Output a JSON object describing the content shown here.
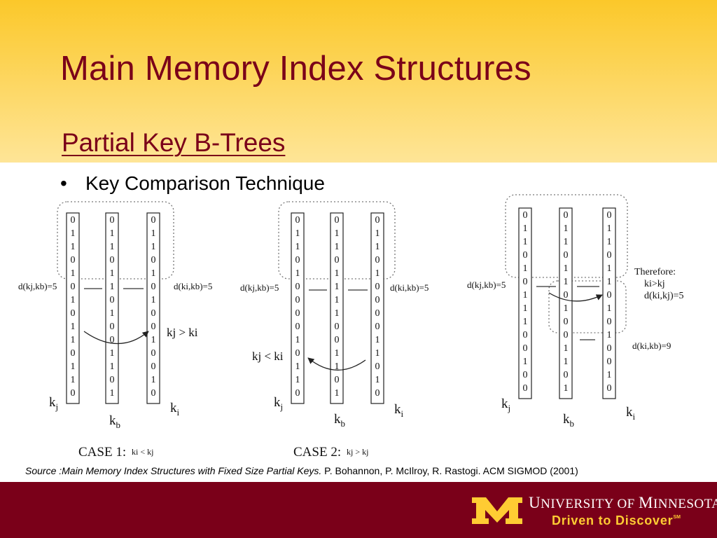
{
  "slide": {
    "title": "Main Memory Index Structures",
    "subtitle": "Partial Key B-Trees",
    "bullet": "Key Comparison Technique"
  },
  "diagram": {
    "cases": [
      {
        "columns": [
          {
            "label": "kj",
            "bits": [
              "0",
              "1",
              "1",
              "0",
              "1",
              "0",
              "1",
              "0",
              "1",
              "1",
              "0",
              "1",
              "1",
              "0"
            ]
          },
          {
            "label": "kb",
            "bits": [
              "0",
              "1",
              "1",
              "0",
              "1",
              "1",
              "0",
              "1",
              "0",
              "0",
              "1",
              "1",
              "0",
              "1"
            ]
          },
          {
            "label": "ki",
            "bits": [
              "0",
              "1",
              "1",
              "0",
              "1",
              "0",
              "1",
              "0",
              "0",
              "1",
              "0",
              "0",
              "1",
              "0"
            ]
          }
        ],
        "left_label": "d(kj,kb)=5",
        "right_label": "d(ki,kb)=5",
        "relation": "kj > ki",
        "case_label": "CASE 1:",
        "case_condition": "ki < kj"
      },
      {
        "columns": [
          {
            "label": "kj",
            "bits": [
              "0",
              "1",
              "1",
              "0",
              "1",
              "0",
              "0",
              "0",
              "0",
              "1",
              "0",
              "1",
              "1",
              "0"
            ]
          },
          {
            "label": "kb",
            "bits": [
              "0",
              "1",
              "1",
              "0",
              "1",
              "1",
              "1",
              "1",
              "0",
              "0",
              "1",
              "1",
              "0",
              "1"
            ]
          },
          {
            "label": "ki",
            "bits": [
              "0",
              "1",
              "1",
              "0",
              "1",
              "0",
              "0",
              "0",
              "0",
              "1",
              "1",
              "0",
              "1",
              "0"
            ]
          }
        ],
        "left_label": "d(kj,kb)=5",
        "right_label": "d(ki,kb)=5",
        "relation": "kj < ki",
        "case_label": "CASE 2:",
        "case_condition": "kj > kj"
      },
      {
        "columns": [
          {
            "label": "kj",
            "bits": [
              "0",
              "1",
              "1",
              "0",
              "1",
              "0",
              "1",
              "1",
              "1",
              "0",
              "0",
              "1",
              "0",
              "0"
            ]
          },
          {
            "label": "kb",
            "bits": [
              "0",
              "1",
              "1",
              "0",
              "1",
              "1",
              "0",
              "1",
              "0",
              "0",
              "1",
              "1",
              "0",
              "1"
            ]
          },
          {
            "label": "ki",
            "bits": [
              "0",
              "1",
              "1",
              "0",
              "1",
              "1",
              "0",
              "1",
              "0",
              "1",
              "0",
              "0",
              "1",
              "0"
            ]
          }
        ],
        "left_label": "d(kj,kb)=5",
        "right_label": "d(ki,kb)=9",
        "therefore": [
          "Therefore:",
          "ki>kj",
          "d(ki,kj)=5"
        ]
      }
    ]
  },
  "source": {
    "italic": "Source :Main Memory Index Structures with Fixed Size Partial Keys.",
    "plain": " P. Bohannon, P. McIlroy, R. Rastogi. ACM SIGMOD (2001)"
  },
  "footer": {
    "university_prefix": "U",
    "university_mid": "NIVERSITY OF ",
    "university_m": "M",
    "university_rest": "INNESOTA",
    "tagline": "Driven to Discover",
    "tagline_mark": "SM"
  },
  "colors": {
    "maroon": "#7a0019",
    "gold": "#ffcc33",
    "header_gold": "#fbc82a"
  }
}
